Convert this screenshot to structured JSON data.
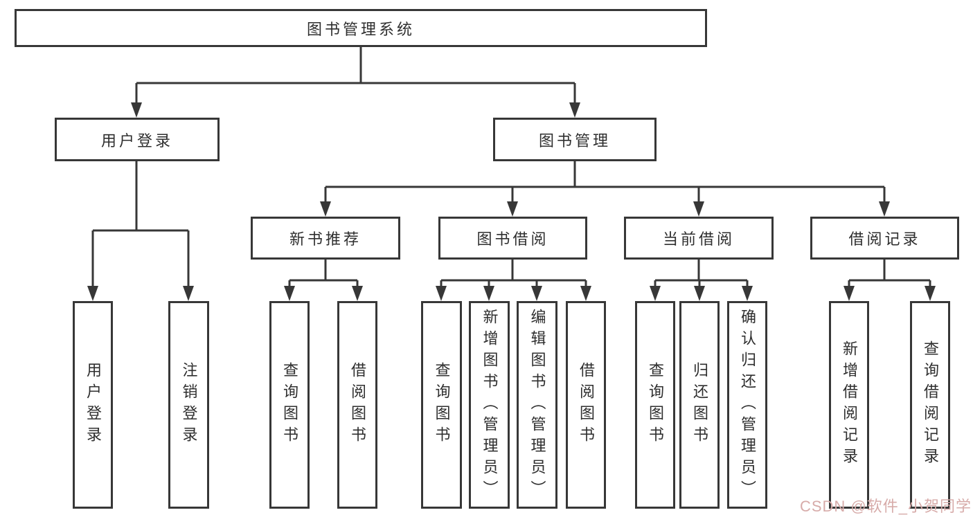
{
  "tree": {
    "label": "图书管理系统",
    "children": [
      {
        "label": "用户登录",
        "children": [
          {
            "label": "用户登录"
          },
          {
            "label": "注销登录"
          }
        ]
      },
      {
        "label": "图书管理",
        "children": [
          {
            "label": "新书推荐",
            "children": [
              {
                "label": "查询图书"
              },
              {
                "label": "借阅图书"
              }
            ]
          },
          {
            "label": "图书借阅",
            "children": [
              {
                "label": "查询图书"
              },
              {
                "label": "新增图书（管理员）"
              },
              {
                "label": "编辑图书（管理员）"
              },
              {
                "label": "借阅图书"
              }
            ]
          },
          {
            "label": "当前借阅",
            "children": [
              {
                "label": "查询图书"
              },
              {
                "label": "归还图书"
              },
              {
                "label": "确认归还（管理员）"
              }
            ]
          },
          {
            "label": "借阅记录",
            "children": [
              {
                "label": "新增借阅记录"
              },
              {
                "label": "查询借阅记录"
              }
            ]
          }
        ]
      }
    ]
  },
  "watermark": "CSDN @软件_小贺同学",
  "colors": {
    "line": "#373737",
    "box_background": "#ffffff",
    "text": "#2e2e2e",
    "watermark": "#d7aba9"
  }
}
